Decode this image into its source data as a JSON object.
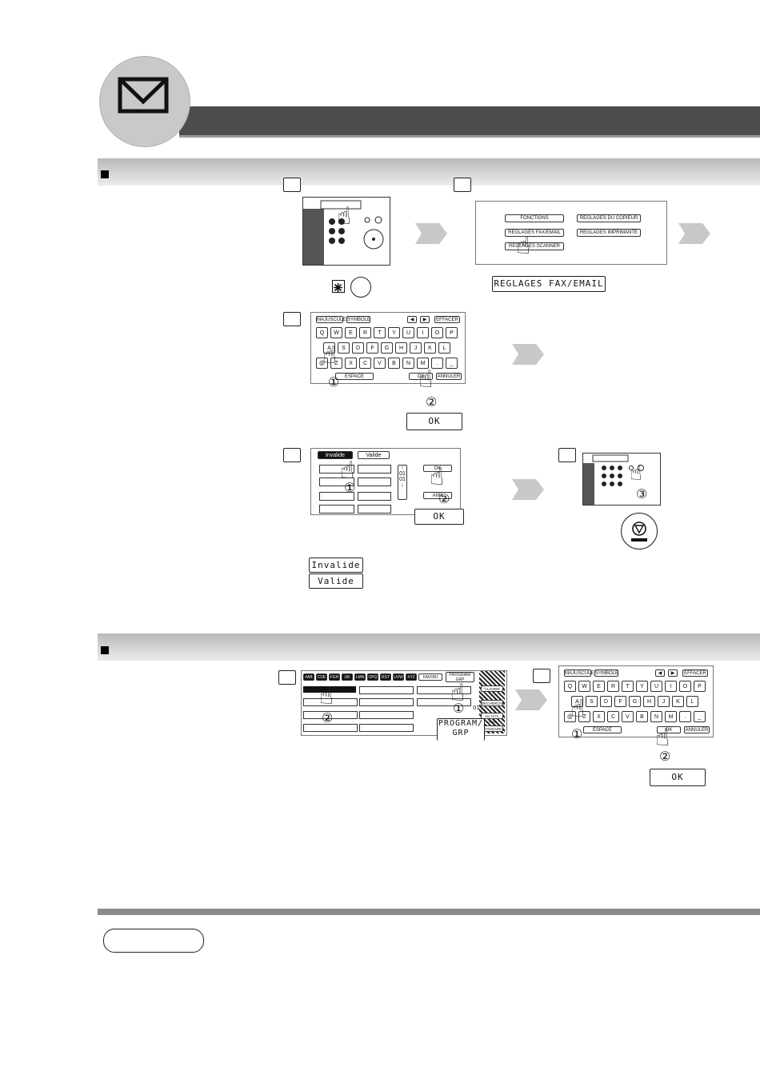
{
  "icons": {
    "header": "envelope-icon",
    "arrow": "chevron-right-arrow-icon",
    "hand": "pointing-hand-icon",
    "stop": "stop-button-icon"
  },
  "colors": {
    "header_bar": "#4d4d4d",
    "header_circle": "#c9c9c9",
    "section_bar_dark": "#b9b9b9",
    "arrow_fill": "#c8c8c8"
  },
  "section1": {
    "menu_screen": {
      "btn_fonctions": "FONCTIONS",
      "btn_reglages_copieur": "REGLAGES DU COPIEUR",
      "btn_reglages_fax_email": "REGLAGES FAX/EMAIL",
      "btn_reglages_imprimante": "REGLAGES IMPRIMANTE",
      "btn_reglages_scanner": "REGLAGES SCANNER"
    },
    "callout_fax_email": "REGLAGES FAX/EMAIL",
    "keyboard": {
      "btn_majuscules": "MAJUSCULES",
      "btn_symbole": "SYMBOLE",
      "btn_left": "◀",
      "btn_right": "▶",
      "btn_effacer": "EFFACER",
      "row1": [
        "Q",
        "W",
        "E",
        "R",
        "T",
        "Y",
        "U",
        "I",
        "O",
        "P"
      ],
      "row2": [
        "A",
        "S",
        "D",
        "F",
        "G",
        "H",
        "J",
        "K",
        "L"
      ],
      "row3": [
        "@",
        "Z",
        "X",
        "C",
        "V",
        "B",
        "N",
        "M",
        ".",
        "_"
      ],
      "btn_space": "ESPACE",
      "btn_ok": "OK",
      "btn_annuler": "ANNULER"
    },
    "callout_ok_1": "OK",
    "toggle_screen": {
      "btn_invalide": "Invalide",
      "btn_valide": "Valide",
      "page_current": "01",
      "page_total": "01",
      "btn_ok": "OK",
      "btn_annuler": "ANN"
    },
    "callout_ok_2": "OK",
    "option_invalide": "Invalide",
    "option_valide": "Valide",
    "step_marks": [
      "①",
      "②",
      "③"
    ]
  },
  "section2": {
    "address_screen": {
      "tabs": [
        "#AB",
        "CDE",
        "FGH",
        "IJK",
        "LMN",
        "OPQ",
        "RST",
        "UVW",
        "XYZ"
      ],
      "btn_favori": "FAVORI",
      "btn_program": "PROGRAM/ GRP",
      "side_clavier": "CLAVIER",
      "side_recherche": "RECHERCHE",
      "side_entete": "EN-TETE CHOIX",
      "side_standard": "STANDARD",
      "page": "01"
    },
    "callout_program": "PROGRAM/ GRP",
    "callout_ok": "OK"
  }
}
